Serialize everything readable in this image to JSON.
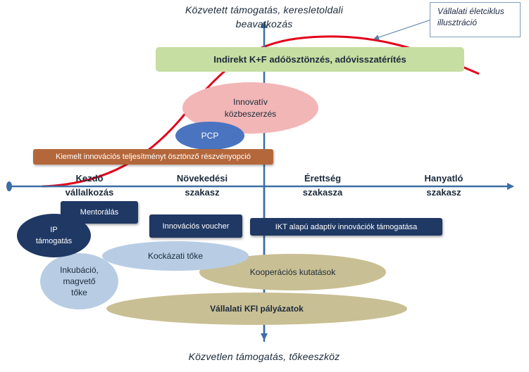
{
  "top_title_line1": "Közvetett támogatás, keresletoldali",
  "top_title_line2": "beavatkozás",
  "bottom_title": "Közvetlen támogatás, tőkeeszköz",
  "callout": {
    "line1": "Vállalati életciklus",
    "line2": "illusztráció"
  },
  "stages": [
    {
      "line1": "Kezdő",
      "line2": "vállalkozás"
    },
    {
      "line1": "Növekedési",
      "line2": "szakasz"
    },
    {
      "line1": "Érettség",
      "line2": "szakasza"
    },
    {
      "line1": "Hanyatló",
      "line2": "szakasz"
    }
  ],
  "indirect_box": "Indirekt K+F adóösztönzés, adóvisszatérítés",
  "innovativ": {
    "line1": "Innovatív",
    "line2": "közbeszerzés"
  },
  "pcp": "PCP",
  "kiemelt": "Kiemelt innovációs  teljesítményt ösztönző részvényopció",
  "mentoralas": "Mentorálás",
  "ip": {
    "line1": "IP",
    "line2": "támogatás"
  },
  "voucher": "Innovációs voucher",
  "ikt": "IKT alapú adaptív innovációk  támogatása",
  "kockazati": "Kockázati tőke",
  "inkubacio": {
    "line1": "Inkubáció,",
    "line2": "magvető",
    "line3": "tőke"
  },
  "kooperacios": "Kooperációs kutatások",
  "kfi": "Vállalati KFI pályázatok",
  "colors": {
    "axis": "#3b6ea5",
    "curve": "#e3001b",
    "indirect_fill": "#c6dea2",
    "innovativ_fill": "#f2b6b6",
    "pcp_fill": "#4a74c0",
    "kiemelt_fill": "#b4673a",
    "dark_box": "#1f3864",
    "light_blue": "#b8cde4",
    "tan": "#c9bf94"
  }
}
